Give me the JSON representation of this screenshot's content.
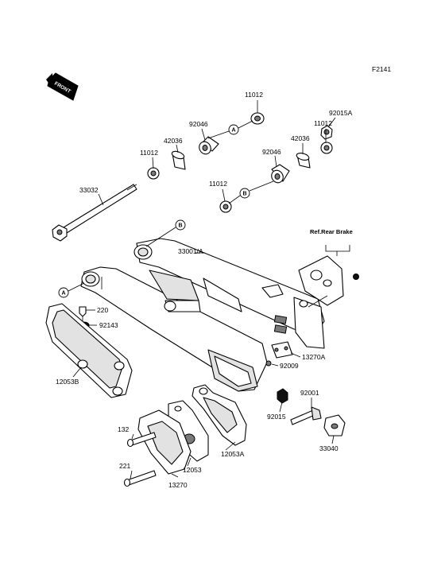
{
  "figure_code": "F2141",
  "front_label": "FRONT",
  "ref_note": "Ref.Rear Brake",
  "marks": {
    "a": "A",
    "b": "B"
  },
  "parts": {
    "p11012_top": "11012",
    "p92015a": "92015A",
    "p92046_top": "92046",
    "p11012_r": "11012",
    "p42036_l": "42036",
    "p42036_r": "42036",
    "p11012_l": "11012",
    "p92046_r": "92046",
    "p33032": "33032",
    "p11012_b": "11012",
    "p33001a": "33001/A",
    "p220": "220",
    "p92143": "92143",
    "p13270a": "13270A",
    "p92009": "92009",
    "p12053b": "12053B",
    "p92001": "92001",
    "p92015": "92015",
    "p132": "132",
    "p33040": "33040",
    "p12053a": "12053A",
    "p221": "221",
    "p12053": "12053",
    "p13270": "13270"
  }
}
